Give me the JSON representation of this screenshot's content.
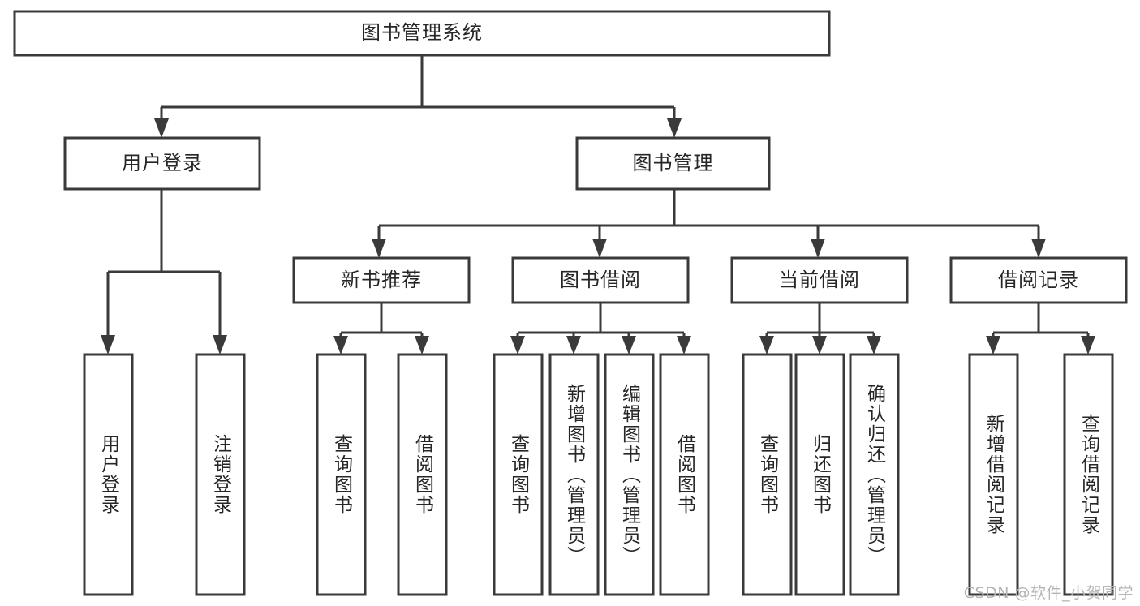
{
  "diagram": {
    "title": "图书管理系统",
    "type": "tree-hierarchy",
    "colors": {
      "background": "#ffffff",
      "stroke": "#3a3a3a",
      "box_fill": "#ffffff",
      "text": "#262626",
      "watermark": "#b5b5b5"
    },
    "root": {
      "label": "图书管理系统"
    },
    "level2": [
      {
        "label": "用户登录"
      },
      {
        "label": "图书管理"
      }
    ],
    "level3": [
      {
        "label": "新书推荐"
      },
      {
        "label": "图书借阅"
      },
      {
        "label": "当前借阅"
      },
      {
        "label": "借阅记录"
      }
    ],
    "leaves": {
      "user_login": [
        {
          "label": "用户登录"
        },
        {
          "label": "注销登录"
        }
      ],
      "new_book_recommend": [
        {
          "label": "查询图书"
        },
        {
          "label": "借阅图书"
        }
      ],
      "book_borrow": [
        {
          "label": "查询图书"
        },
        {
          "label": "新增图书（管理员）"
        },
        {
          "label": "编辑图书（管理员）"
        },
        {
          "label": "借阅图书"
        }
      ],
      "current_borrow": [
        {
          "label": "查询图书"
        },
        {
          "label": "归还图书"
        },
        {
          "label": "确认归还（管理员）"
        }
      ],
      "borrow_record": [
        {
          "label": "新增借阅记录"
        },
        {
          "label": "查询借阅记录"
        }
      ]
    }
  },
  "watermark": {
    "text": "CSDN @软件_小贺同学"
  }
}
